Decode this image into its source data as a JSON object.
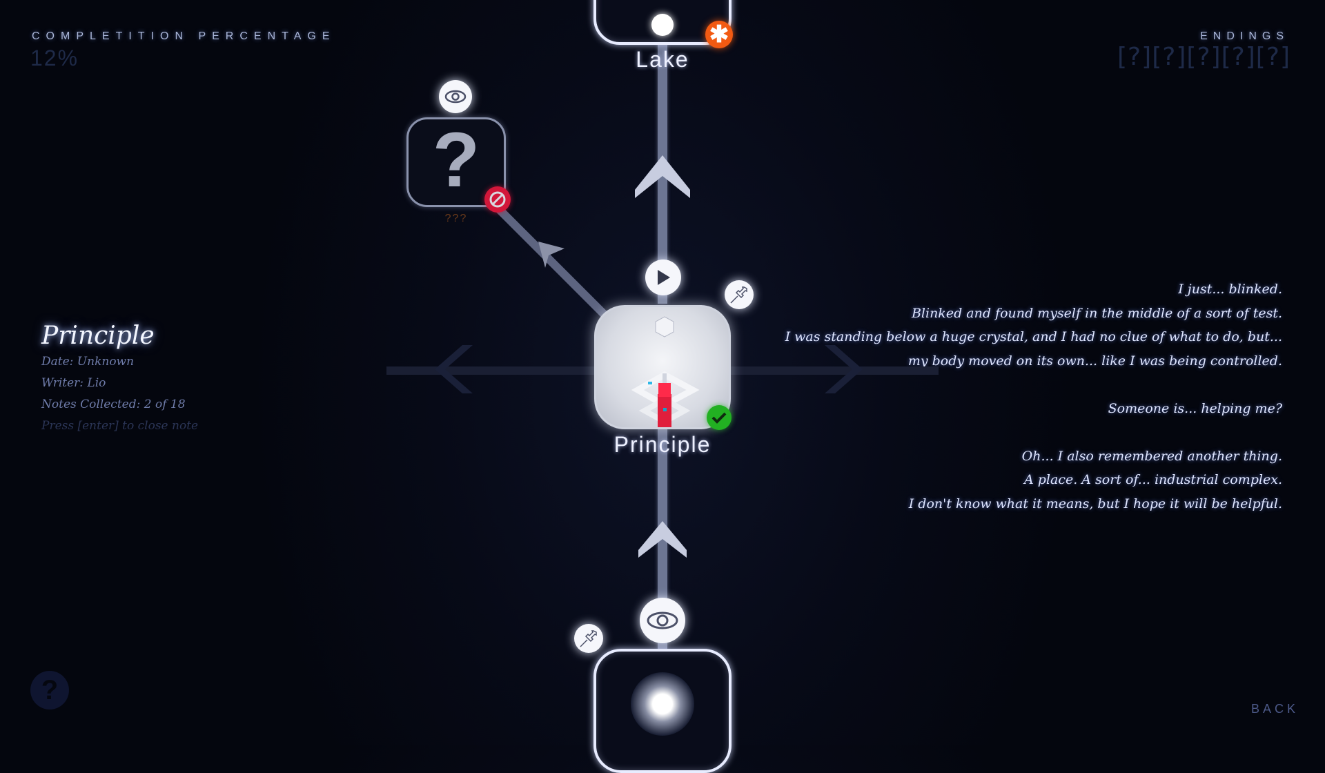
{
  "hud": {
    "completion_label": "COMPLETITION PERCENTAGE",
    "completion_value": "12%",
    "endings_label": "ENDINGS",
    "endings_slots": "[?][?][?][?][?]"
  },
  "note": {
    "title": "Principle",
    "date": "Date: Unknown",
    "writer": "Writer: Lio",
    "notes_collected": "Notes Collected: 2 of 18",
    "hint": "Press [enter] to close note",
    "body": [
      "I just... blinked.",
      "Blinked and found myself in the middle of a sort of test.",
      "I was standing below a huge crystal, and I had no clue of what to do, but...",
      "my body moved on its own... like I was being controlled.",
      "",
      "Someone is... helping me?",
      "",
      "Oh... I also remembered another thing.",
      "A place. A sort of... industrial complex.",
      "I don't know what it means, but I hope it will be helpful."
    ]
  },
  "level_map": {
    "nodes": [
      {
        "id": "lake",
        "label": "Lake",
        "status_icon": "asterisk-icon",
        "status_color": "#f25a12"
      },
      {
        "id": "unknown",
        "label": "???",
        "status_icon": "blocked-icon",
        "status_color": "#d3173a",
        "label_color": "#6b3a1a"
      },
      {
        "id": "principle",
        "label": "Principle",
        "status_icon": "checkmark-icon",
        "status_color": "#22b022",
        "current": true
      },
      {
        "id": "start",
        "label": "",
        "status_icon": ""
      }
    ],
    "accent_colors": {
      "complete": "#22b022",
      "blocked": "#d3173a",
      "special": "#f25a12"
    }
  },
  "controls": {
    "back_label": "BACK",
    "help_glyph": "?"
  }
}
